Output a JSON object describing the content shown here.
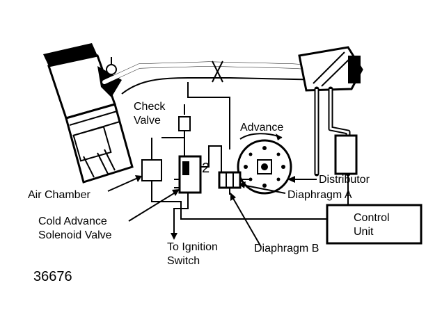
{
  "labels": {
    "check_valve_line1": "Check",
    "check_valve_line2": "Valve",
    "advance": "Advance",
    "port_number": "2",
    "distributor": "Distributor",
    "air_chamber": "Air Chamber",
    "diaphragm_a": "Diaphragm A",
    "cold_advance_line1": "Cold Advance",
    "cold_advance_line2": "Solenoid Valve",
    "control_unit_line1": "Control",
    "control_unit_line2": "Unit",
    "ignition_line1": "To Ignition",
    "ignition_line2": "Switch",
    "diaphragm_b": "Diaphragm B",
    "figure_number": "36676"
  }
}
